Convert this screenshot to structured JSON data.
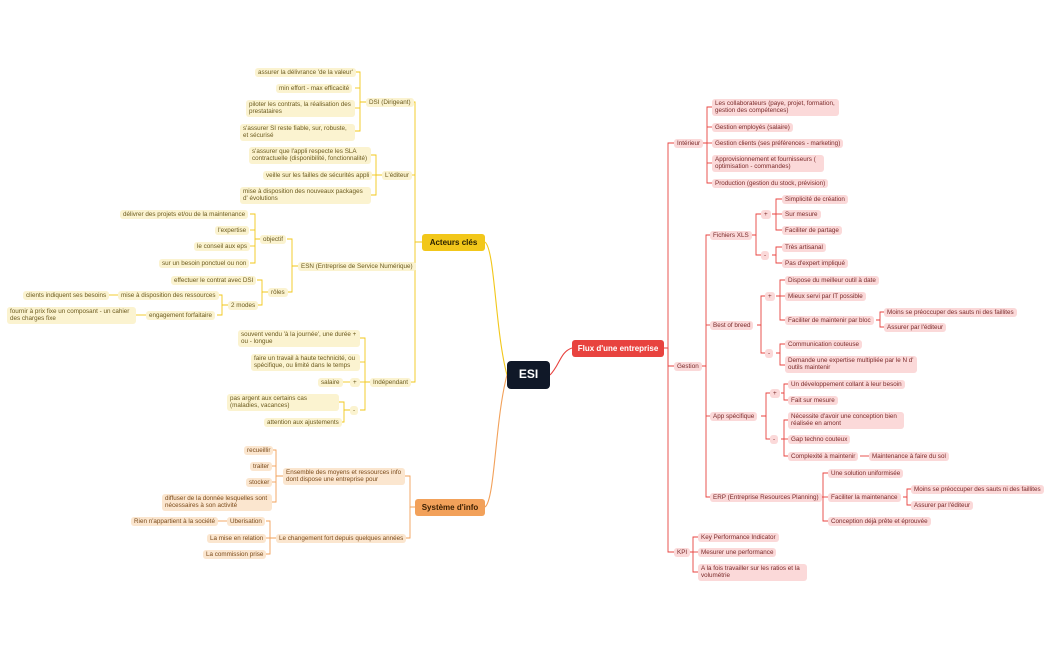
{
  "colors": {
    "root": "#101828",
    "acteurs": "#f2c71a",
    "systeme": "#f2a15a",
    "flux": "#e8433f"
  },
  "root": {
    "label": "ESI"
  },
  "branches": {
    "acteurs": {
      "label": "Acteurs clés",
      "dsi": {
        "label": "DSI (Dirigeant)",
        "items": [
          "assurer la délivrance 'de la valeur'",
          "min effort - max efficacité",
          "piloter les contrats, la réalisation des prestataires",
          "s'assurer SI reste fiable, sur, robuste, et sécurisé"
        ]
      },
      "editeur": {
        "label": "L'éditeur",
        "items": [
          "s'assurer que l'appli respecte les SLA contractuelle (disponibilité, fonctionnalité)",
          "veille sur les failles de sécurités appli",
          "mise à disposition des nouveaux packages d' évolutions"
        ]
      },
      "esn": {
        "label": "ESN (Entreprise de Service Numérique)",
        "objectif": {
          "label": "objectif",
          "items": [
            "délivrer des projets et/ou de la maintenance",
            "l'expertise",
            "le conseil aux eps",
            "sur un besoin ponctuel ou non"
          ]
        },
        "roles": {
          "label": "rôles",
          "contrat": "effectuer le contrat avec DSI",
          "modes": {
            "label": "2 modes",
            "mise_dispo": "mise à disposition des ressources",
            "clients": "clients indiquent ses besoins",
            "forfaitaire": "engagement forfaitaire",
            "fournir": "fournir à prix fixe un composant - un cahier des charges fixe"
          }
        }
      },
      "independant": {
        "label": "Indépendant",
        "souvent": "souvent vendu 'à la journée', une durée + ou - longue",
        "travail": "faire un travail à haute technicité, ou spécifique, ou limité dans le temps",
        "plus": {
          "label": "+",
          "salaire": "salaire"
        },
        "moins": {
          "label": "-",
          "items": [
            "pas argent aux certains cas (maladies, vacances)",
            "attention aux ajustements"
          ]
        }
      }
    },
    "systeme": {
      "label": "Système d'info",
      "ensemble": {
        "label": "Ensemble des moyens et ressources info dont dispose une entreprise pour",
        "items": [
          "recueillir",
          "traiter",
          "stocker",
          "diffuser de la donnée lesquelles sont nécessaires à son activité"
        ]
      },
      "changement": {
        "label": "Le changement fort depuis quelques années",
        "uberisation": "Uberisation",
        "rien": "Rien n'appartient à la société",
        "relation": "La mise en relation",
        "commission": "La commission prise"
      }
    },
    "flux": {
      "label": "Flux d'une entreprise",
      "interieur": {
        "label": "Intérieur",
        "items": [
          "Les collaborateurs (paye, projet, formation, gestion des compétences)",
          "Gestion employés (salaire)",
          "Gestion clients (ses préférences - marketing)",
          "Approvisionnement et fournisseurs ( optimisation - commandes)",
          "Production (gestion du stock, prévision)"
        ]
      },
      "gestion": {
        "label": "Gestion",
        "xls": {
          "label": "Fichiers XLS",
          "plus": "+",
          "plus_items": [
            "Simplicité de création",
            "Sur mesure",
            "Faciliter de partage"
          ],
          "minus": "-",
          "minus_items": [
            "Très artisanal",
            "Pas d'expert impliqué"
          ]
        },
        "bob": {
          "label": "Best of breed",
          "plus": "+",
          "dispose": "Dispose du meilleur outil à date",
          "mieux": "Mieux servi par IT possible",
          "faciliter": "Faciliter de maintenir par bloc",
          "moins": "Moins se préoccuper des sauts ni des faillites",
          "assurer": "Assurer par l'éditeur",
          "minus": "-",
          "communication": "Communication couteuse",
          "demande": "Demande une expertise multipliée par le N d' outils maintenir"
        },
        "app": {
          "label": "App spécifique",
          "plus": "+",
          "dev": "Un développement collant à leur besoin",
          "fait": "Fait sur mesure",
          "minus": "-",
          "necessite": "Nécessite d'avoir une conception bien réalisée en amont",
          "gap": "Gap techno couteux",
          "complexite": "Complexité à maintenir",
          "maintenance": "Maintenance à faire du sol"
        },
        "erp": {
          "label": "ERP (Entreprise Resources Planning)",
          "uniforme": "Une solution uniformisée",
          "faciliter": "Faciliter la maintenance",
          "moins": "Moins se préoccuper des sauts ni des faillites",
          "assurer": "Assurer par l'éditeur",
          "conception": "Conception déjà prête et éprouvée"
        }
      },
      "kpi": {
        "label": "KPI",
        "items": [
          "Key Performance Indicator",
          "Mesurer une performance",
          "A la fois travailler sur les ratios et la volumétrie"
        ]
      }
    }
  }
}
